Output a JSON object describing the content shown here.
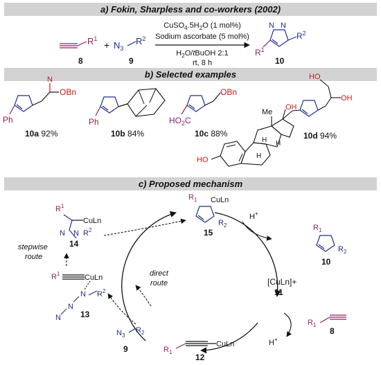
{
  "panel_a": {
    "title": "a) Fokin, Sharpless and co-workers (2002)",
    "cond1a": "CuSO",
    "cond1b": "4",
    "cond1c": ".5H",
    "cond1d": "2",
    "cond1e": "O (1 mol%)",
    "cond2": "Sodium ascorbate (5 mol%)",
    "cond3a": "H",
    "cond3b": "2",
    "cond3c": "O/",
    "cond3d": "t",
    "cond3e": "BuOH 2:1",
    "cond4": "rt, 8 h",
    "r1": "R",
    "r1sup": "1",
    "plus": "+",
    "n3": "N",
    "n3sub": "3",
    "r2": "R",
    "r2sup": "2",
    "lbl8": "8",
    "lbl9": "9",
    "lbl10": "10"
  },
  "panel_b": {
    "title": "b) Selected examples",
    "ex_a_num": "10a",
    "ex_a_yield": "92%",
    "ex_b_num": "10b",
    "ex_b_yield": "84%",
    "ex_c_num": "10c",
    "ex_c_yield": "88%",
    "ex_d_num": "10d",
    "ex_d_yield": "94%",
    "obn": "OBn",
    "ph": "Ph",
    "ho2c": "HO",
    "ho2c_sub": "2",
    "ho2c_c": "C",
    "oh": "OH",
    "ho": "HO",
    "me": "Me",
    "h": "H"
  },
  "panel_c": {
    "title": "c) Proposed mechanism",
    "culn": "CuLn",
    "culn_cat": "[CuLn]+",
    "hplus": "H",
    "hplus_sup": "+",
    "stepwise": "stepwise",
    "route": "route",
    "direct": "direct",
    "lbl8": "8",
    "lbl9": "9",
    "lbl10": "10",
    "lbl11": "11",
    "lbl12": "12",
    "lbl13": "13",
    "lbl14": "14",
    "lbl15": "15",
    "r1": "R",
    "r1sub": "1",
    "r2": "R",
    "r2sub": "2",
    "n": "N"
  },
  "colors": {
    "black": "#111111",
    "blue": "#1d2f8c",
    "magenta": "#8c1f5e",
    "red": "#c41a1a",
    "band": "#d2d2d2"
  }
}
